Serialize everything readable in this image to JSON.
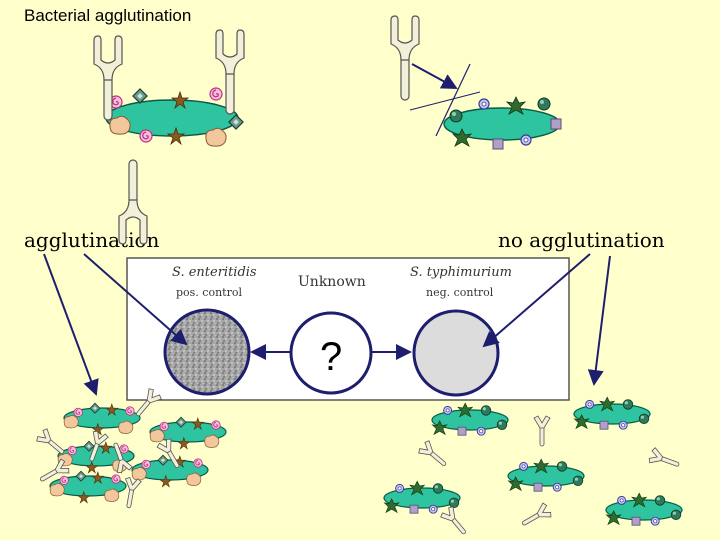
{
  "title": "Bacterial agglutination",
  "labels": {
    "agglutination": "agglutination",
    "no_agglutination": "no agglutination"
  },
  "plate": {
    "left_organism": "S. enteritidis",
    "left_sub": "pos. control",
    "center": "Unknown",
    "right_organism": "S. typhimurium",
    "right_sub": "neg. control",
    "question": "?"
  },
  "colors": {
    "background": "#ffffcc",
    "bacterium": "#2ec4a0",
    "antibody": "#f2f0d8",
    "arrow": "#1e1e6e",
    "well_negative": "#dcdcdc",
    "well_positive": "#a8a8a8"
  }
}
